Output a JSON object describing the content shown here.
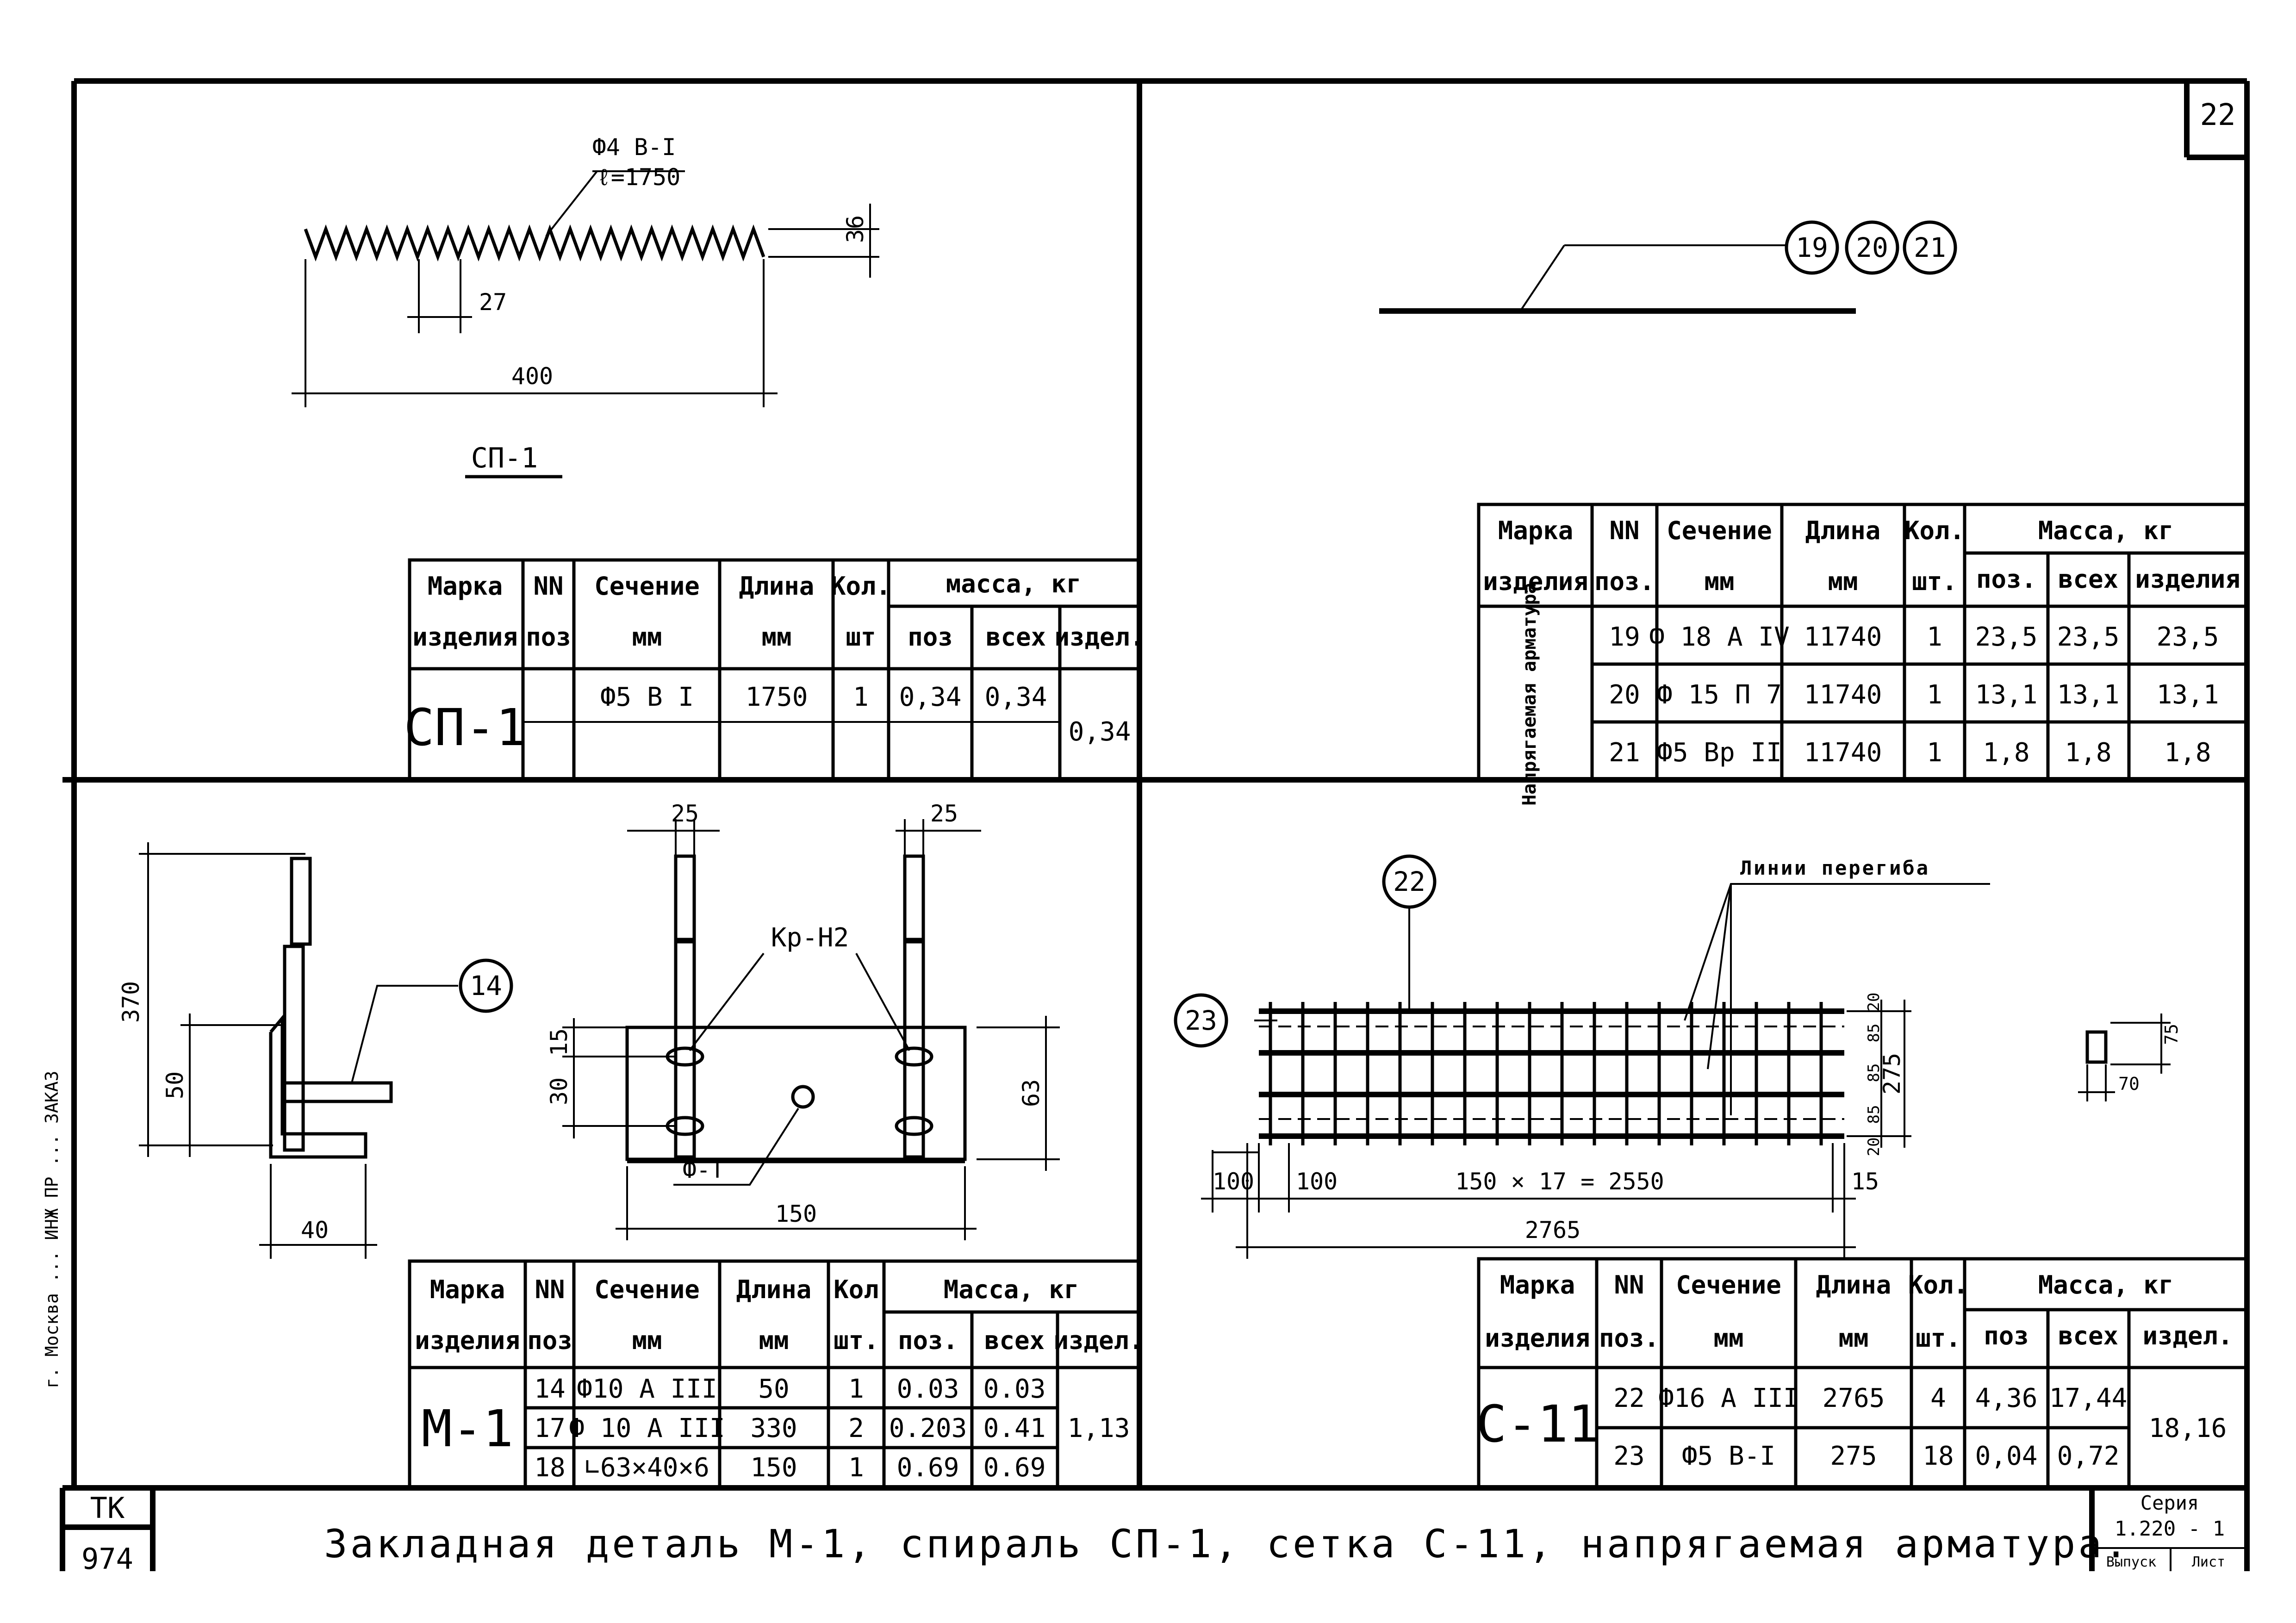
{
  "sheet": {
    "number": "22",
    "stamp_tk": "ТК",
    "stamp_no": "974",
    "series_label": "Серия",
    "series_no": "1.220 - 1",
    "issue_label": "Выпуск",
    "list_label": "Лист"
  },
  "title": "Закладная деталь М-1, спираль СП-1, сетка С-11, напрягаемая арматура.",
  "side_text": "г. Москва ... ИНЖ ПР ... ЗАКАЗ",
  "spiral": {
    "label_rebar": "Ф4 В-I",
    "label_length": "ℓ=1750",
    "dim_height": "36",
    "dim_pitch": "27",
    "dim_total": "400",
    "name": "СП-1",
    "table": {
      "headers": {
        "mark1": "Марка",
        "mark2": "изделия",
        "pos1": "NN",
        "pos2": "поз",
        "sec1": "Сечение",
        "sec2": "мм",
        "len1": "Длина",
        "len2": "мм",
        "qty1": "Кол.",
        "qty2": "шт",
        "mass": "масса, кг",
        "m_pos": "поз",
        "m_all": "всех",
        "m_item": "издел."
      },
      "mark": "СП-1",
      "rows": [
        {
          "pos": "",
          "section": "Ф5 В I",
          "length": "1750",
          "qty": "1",
          "m_pos": "0,34",
          "m_all": "0,34"
        }
      ],
      "item_mass": "0,34"
    }
  },
  "tendons": {
    "callouts": [
      "19",
      "20",
      "21"
    ],
    "table": {
      "headers": {
        "mark1": "Марка",
        "mark2": "изделия",
        "pos1": "NN",
        "pos2": "поз.",
        "sec1": "Сечение",
        "sec2": "мм",
        "len1": "Длина",
        "len2": "мм",
        "qty1": "Кол.",
        "qty2": "шт.",
        "mass": "Масса, кг",
        "m_pos": "поз.",
        "m_all": "всех",
        "m_item": "изделия"
      },
      "mark": "Напрягаемая арматура",
      "rows": [
        {
          "pos": "19",
          "section": "Ф 18 А IV",
          "length": "11740",
          "qty": "1",
          "m_pos": "23,5",
          "m_all": "23,5",
          "m_item": "23,5"
        },
        {
          "pos": "20",
          "section": "Ф 15 П 7",
          "length": "11740",
          "qty": "1",
          "m_pos": "13,1",
          "m_all": "13,1",
          "m_item": "13,1"
        },
        {
          "pos": "21",
          "section": "Ф5 Вр II",
          "length": "11740",
          "qty": "1",
          "m_pos": "1,8",
          "m_all": "1,8",
          "m_item": "1,8"
        }
      ]
    }
  },
  "embed": {
    "side_dims": {
      "h_total": "370",
      "h_part": "50",
      "w": "40"
    },
    "callout": "14",
    "front_dims": {
      "left_w": "25",
      "right_w": "25",
      "weld_label": "Кр-Н2",
      "d15": "15",
      "d30": "30",
      "d63": "63",
      "width": "150",
      "hole_label": "Ф-Т"
    },
    "table": {
      "headers": {
        "mark1": "Марка",
        "mark2": "изделия",
        "pos1": "NN",
        "pos2": "поз",
        "sec1": "Сечение",
        "sec2": "мм",
        "len1": "Длина",
        "len2": "мм",
        "qty1": "Кол",
        "qty2": "шт.",
        "mass": "Масса, кг",
        "m_pos": "поз.",
        "m_all": "всех",
        "m_item": "издел."
      },
      "mark": "М-1",
      "rows": [
        {
          "pos": "14",
          "section": "Ф10 А III",
          "length": "50",
          "qty": "1",
          "m_pos": "0.03",
          "m_all": "0.03"
        },
        {
          "pos": "17",
          "section": "Ф 10 А III",
          "length": "330",
          "qty": "2",
          "m_pos": "0.203",
          "m_all": "0.41"
        },
        {
          "pos": "18",
          "section": "∟63×40×6",
          "length": "150",
          "qty": "1",
          "m_pos": "0.69",
          "m_all": "0.69"
        }
      ],
      "item_mass": "1,13"
    }
  },
  "mesh": {
    "callout_top": "22",
    "callout_left": "23",
    "bend_label": "Линии перегиба",
    "dims": {
      "left1": "100",
      "left2": "100",
      "mid": "150 × 17 = 2550",
      "right": "15",
      "total": "2765",
      "h_total": "275",
      "h20a": "20",
      "h85a": "85",
      "h85b": "85",
      "h85c": "85",
      "h20b": "20",
      "hook_h": "75",
      "hook_w": "70"
    },
    "table": {
      "headers": {
        "mark1": "Марка",
        "mark2": "изделия",
        "pos1": "NN",
        "pos2": "поз.",
        "sec1": "Сечение",
        "sec2": "мм",
        "len1": "Длина",
        "len2": "мм",
        "qty1": "Кол.",
        "qty2": "шт.",
        "mass": "Масса, кг",
        "m_pos": "поз",
        "m_all": "всех",
        "m_item": "издел."
      },
      "mark": "С-11",
      "rows": [
        {
          "pos": "22",
          "section": "Ф16 А III",
          "length": "2765",
          "qty": "4",
          "m_pos": "4,36",
          "m_all": "17,44"
        },
        {
          "pos": "23",
          "section": "Ф5 В-I",
          "length": "275",
          "qty": "18",
          "m_pos": "0,04",
          "m_all": "0,72"
        }
      ],
      "item_mass": "18,16"
    }
  }
}
